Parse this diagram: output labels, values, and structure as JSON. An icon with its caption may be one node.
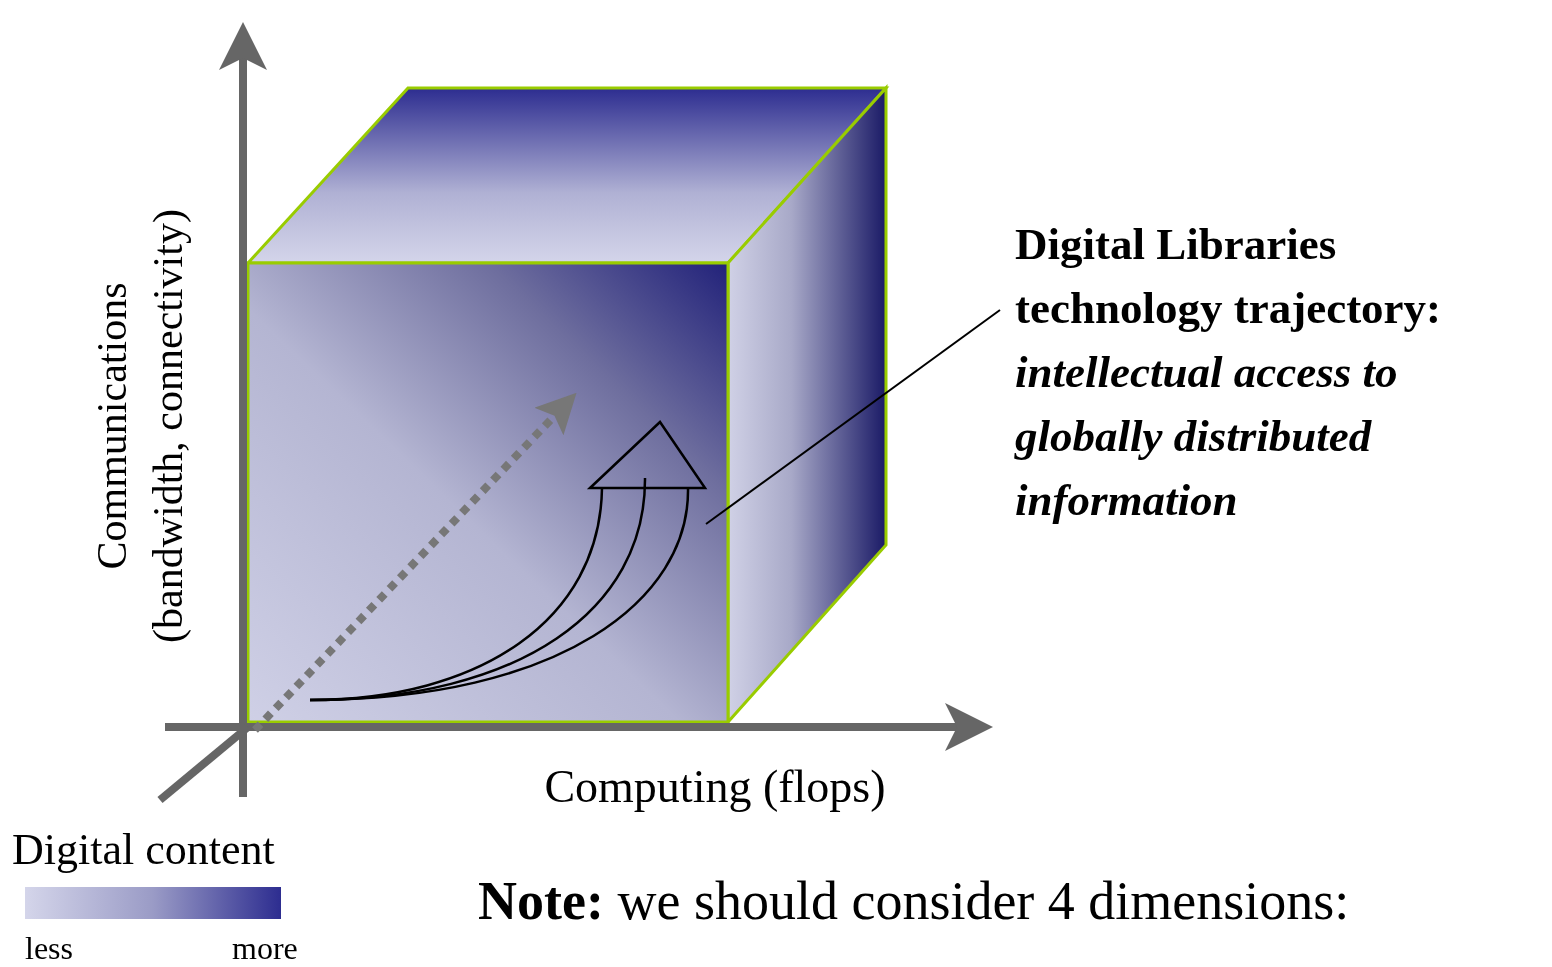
{
  "diagram": {
    "nodes": [
      {
        "text": [
          "Digital Libraries technology trajectory:  *intellectual access to globally distributed information*"
        ]
      },
      {
        "text": [],
        "shape": "arrow"
      }
    ],
    "edges": [
      {
        "from": 0,
        "to": 1,
        "arrow": "none"
      }
    ],
    "labels": [
      "Communications (bandwidth, connectivity)",
      "Computing (flops)",
      "Digital content",
      "less",
      "more",
      "**Note:** we should consider 4 dimensions:"
    ]
  }
}
